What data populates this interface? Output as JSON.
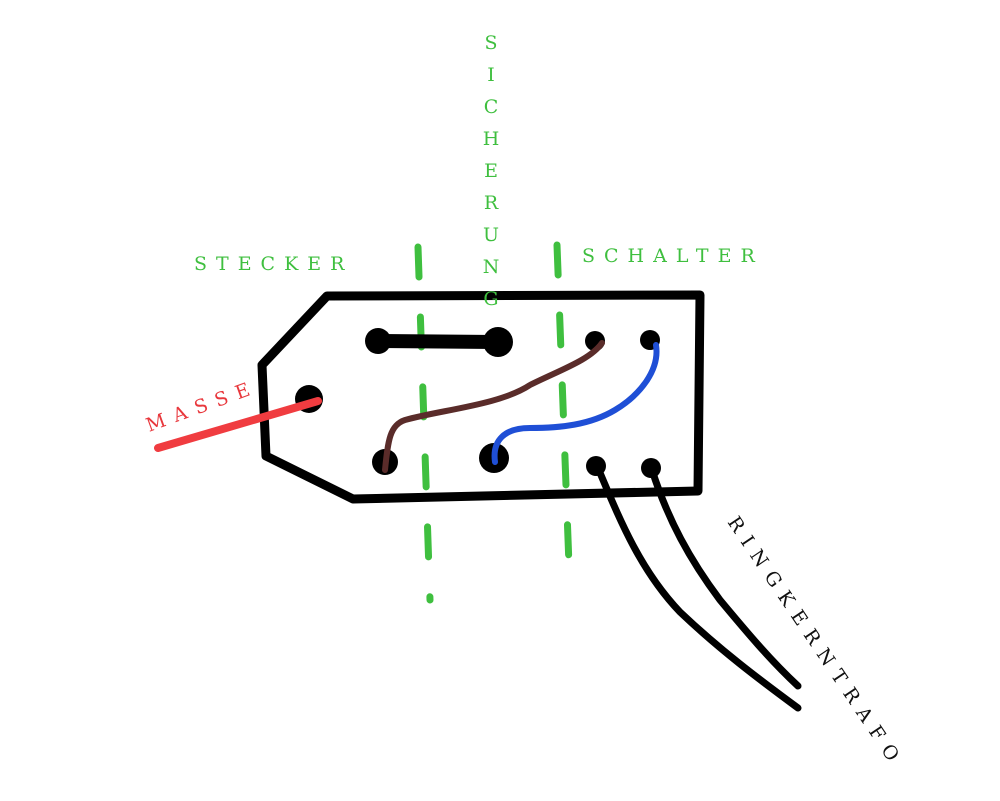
{
  "labels": {
    "stecker": "STECKER",
    "sicherung": "SICHERUNG",
    "schalter": "SCHALTER",
    "masse": "MASSE",
    "ringkerntrafo": "RINGKERNTRAFO"
  },
  "colors": {
    "outline": "#000000",
    "divider": "#3fbf3f",
    "label_green": "#3fbf3f",
    "ground_wire": "#f03c40",
    "brown_wire": "#5a2c2a",
    "blue_wire": "#1f4fd6",
    "transformer_wire": "#000000"
  }
}
